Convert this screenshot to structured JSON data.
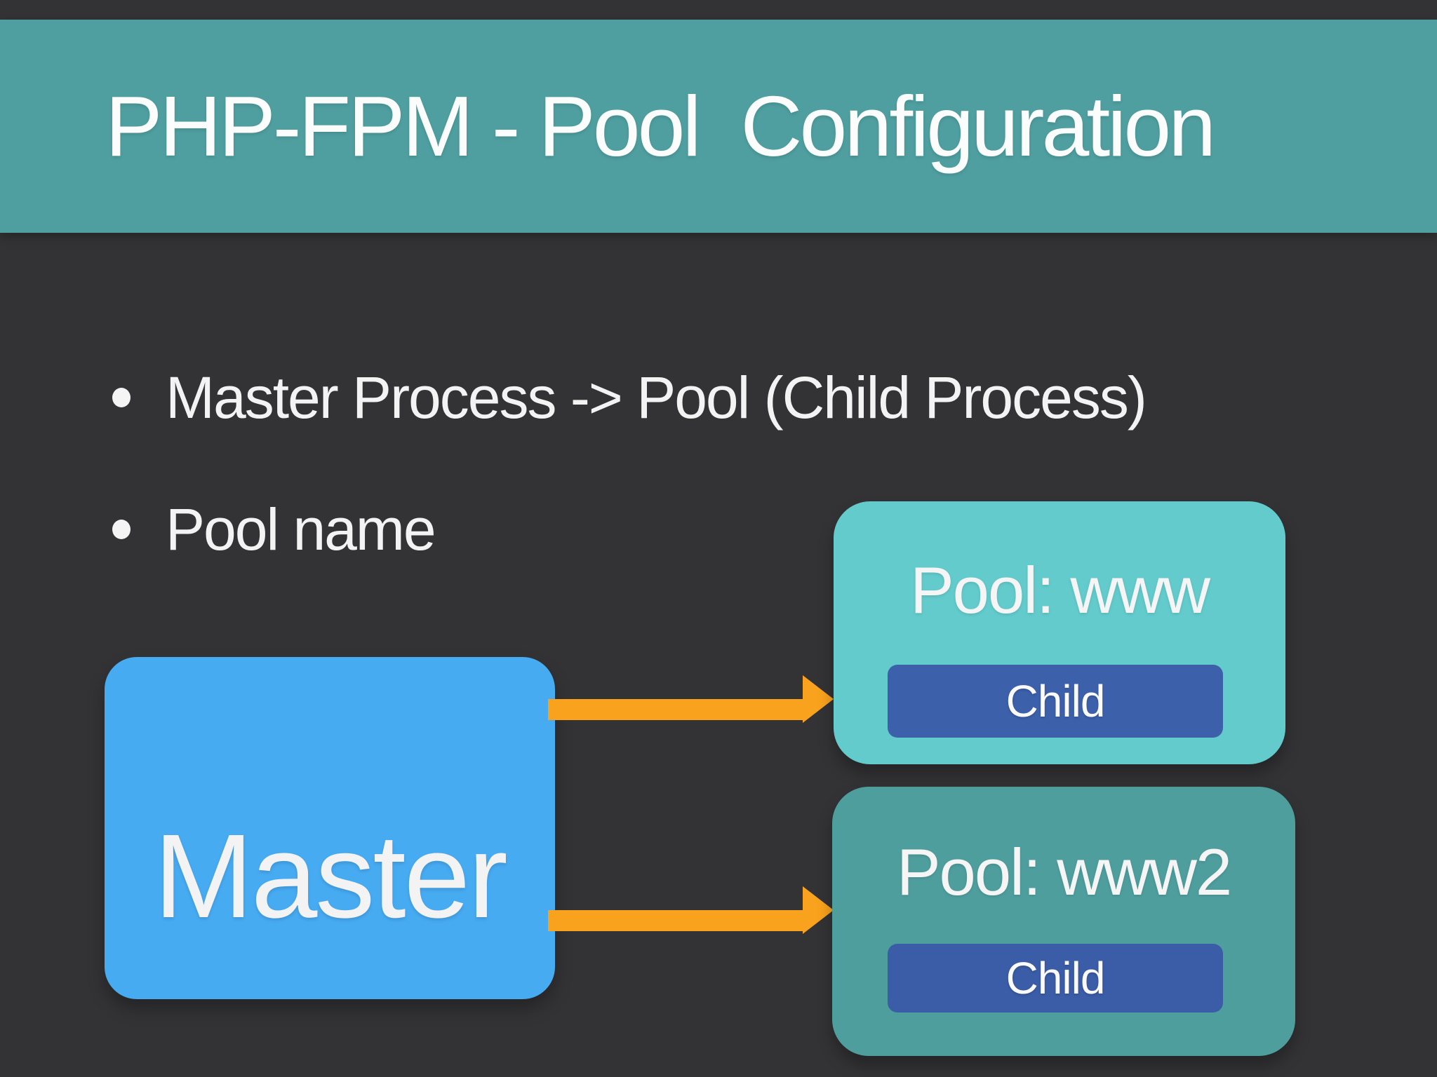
{
  "slide": {
    "title": "PHP-FPM - Pool  Configuration",
    "bullets": [
      {
        "text": "Master Process -> Pool (Child Process)"
      },
      {
        "text": "Pool name"
      }
    ],
    "diagram": {
      "master": {
        "label": "Master"
      },
      "pools": [
        {
          "name_label": "Pool: www",
          "child_label": "Child"
        },
        {
          "name_label": "Pool: www2",
          "child_label": "Child"
        }
      ],
      "arrows": [
        {
          "from": "Master",
          "to": "Pool: www"
        },
        {
          "from": "Master",
          "to": "Pool: www2"
        }
      ]
    },
    "colors": {
      "background": "#333235",
      "header_band": "#4f9fa0",
      "title_text": "#fbfdfd",
      "body_text": "#f3f3f3",
      "master_box": "#47abf2",
      "pool_www_box": "#63cbcc",
      "pool_www2_box": "#4f9e9e",
      "child_box": "#3d60ab",
      "arrow": "#f9a21d"
    }
  }
}
